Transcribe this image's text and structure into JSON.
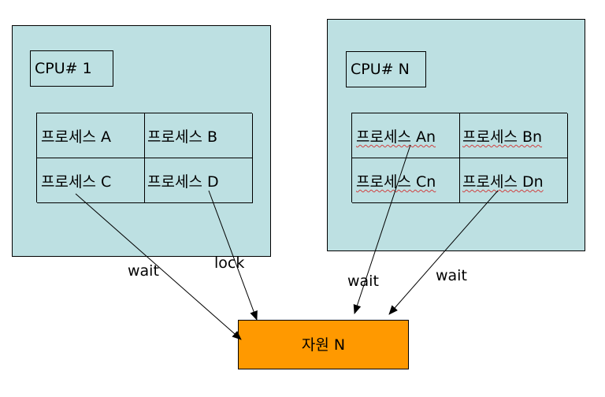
{
  "nodes": {
    "cpu1": {
      "label": "CPU# 1"
    },
    "cpuN": {
      "label": "CPU# N"
    },
    "resource": {
      "label": "자원 N"
    }
  },
  "processes_cpu1": [
    "프로세스 A",
    "프로세스 B",
    "프로세스 C",
    "프로세스 D"
  ],
  "processes_cpuN": [
    "프로세스 An",
    "프로세스 Bn",
    "프로세스 Cn",
    "프로세스 Dn"
  ],
  "edges": [
    {
      "from": "프로세스 C",
      "to": "자원 N",
      "label": "wait"
    },
    {
      "from": "프로세스 D",
      "to": "자원 N",
      "label": "lock"
    },
    {
      "from": "프로세스 An",
      "to": "자원 N",
      "label": "wait"
    },
    {
      "from": "프로세스 Dn",
      "to": "자원 N",
      "label": "wait"
    }
  ],
  "colors": {
    "cpu_box": "#bde0e2",
    "resource": "#ff9900",
    "line": "#000000"
  }
}
